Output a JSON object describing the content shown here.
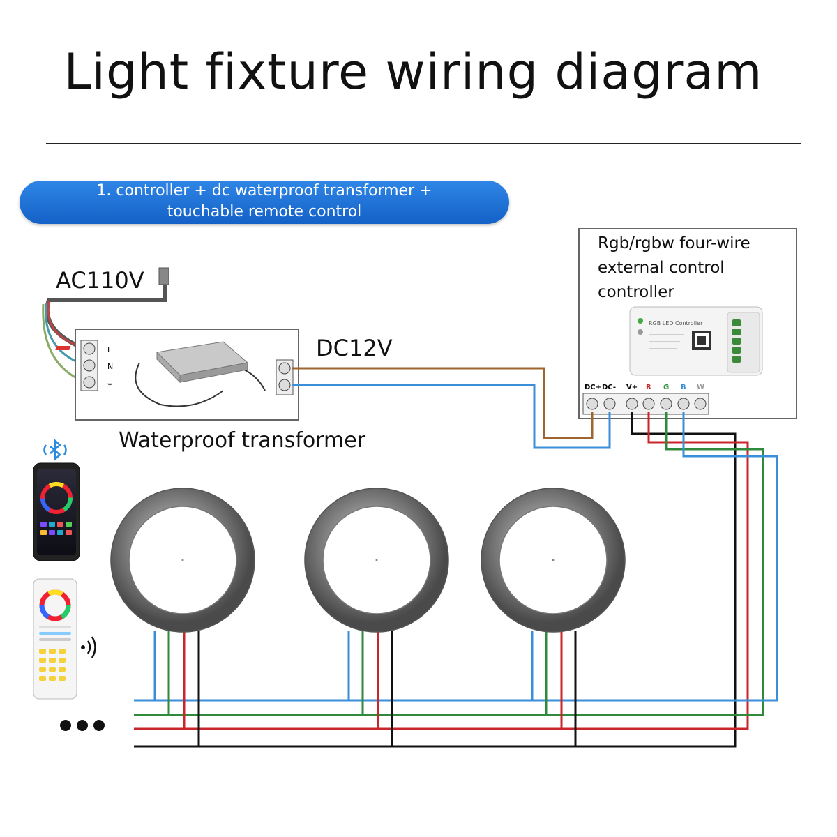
{
  "title": "Light fixture wiring diagram",
  "banner": {
    "line1": "1. controller + dc waterproof transformer +",
    "line2": "touchable remote control"
  },
  "labels": {
    "ac": "AC110V",
    "dc": "DC12V",
    "transformer": "Waterproof transformer",
    "controller": "Rgb/rgbw four-wire external control controller"
  },
  "transformer_terminals": [
    "L",
    "N",
    "⏚"
  ],
  "controller_terminals": [
    "DC+",
    "DC-",
    "V+",
    "R",
    "G",
    "B",
    "W"
  ],
  "controller_device_text": "RGB LED Controller",
  "colors": {
    "brown": "#a0652f",
    "blue": "#3b8fd8",
    "black": "#111111",
    "red": "#c8262a",
    "green": "#2f8a3c",
    "banner": "#1c6ed6"
  }
}
